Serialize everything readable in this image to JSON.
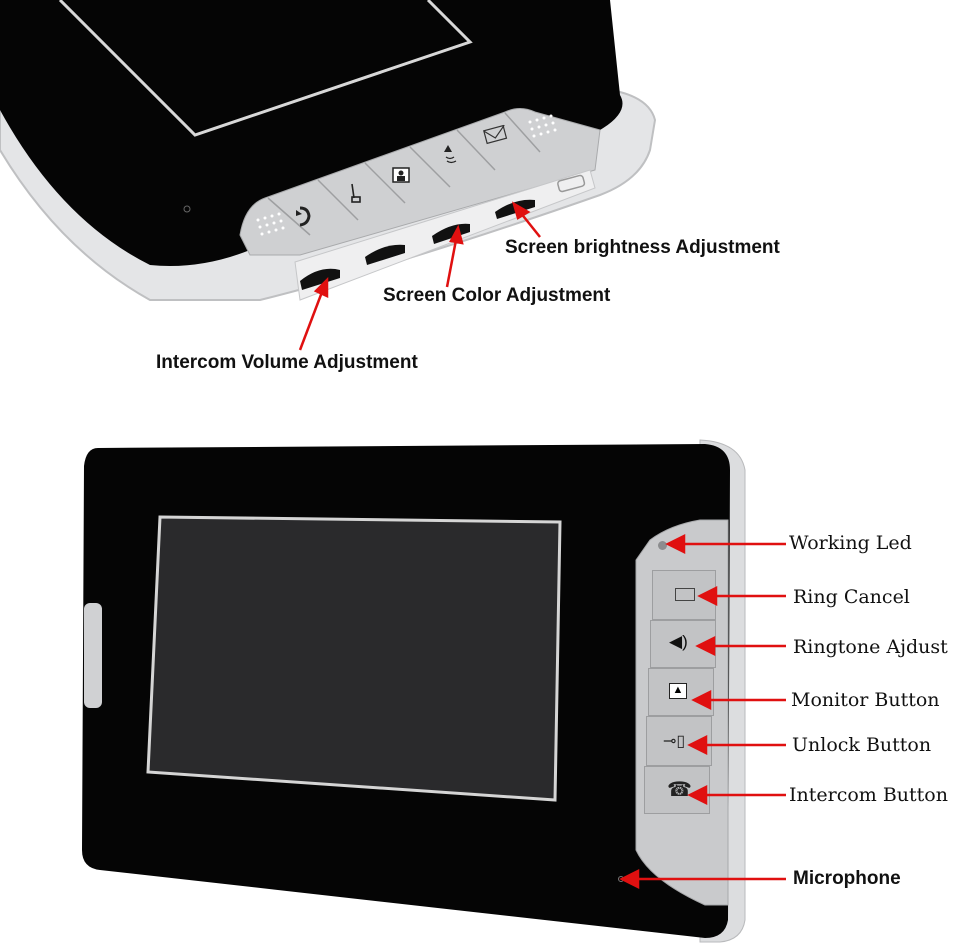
{
  "top_device": {
    "callouts": [
      {
        "id": "brightness",
        "label": "Screen brightness Adjustment"
      },
      {
        "id": "color",
        "label": "Screen Color Adjustment"
      },
      {
        "id": "volume",
        "label": "Intercom Volume Adjustment"
      }
    ],
    "buttons": [
      "intercom",
      "unlock",
      "monitor",
      "ringtone",
      "ring-cancel"
    ]
  },
  "bottom_device": {
    "callouts": [
      {
        "id": "working-led",
        "label": "Working Led"
      },
      {
        "id": "ring-cancel",
        "label": "Ring Cancel"
      },
      {
        "id": "ringtone-adjust",
        "label": "Ringtone Ajdust"
      },
      {
        "id": "monitor",
        "label": "Monitor Button"
      },
      {
        "id": "unlock",
        "label": "Unlock Button"
      },
      {
        "id": "intercom",
        "label": "Intercom Button"
      },
      {
        "id": "microphone",
        "label": "Microphone"
      }
    ]
  },
  "colors": {
    "arrow": "#e01010",
    "bezel": "#050505",
    "screen": "#2a2a2c",
    "frame": "#d8d9db",
    "button_panel": "#c9cacc"
  }
}
